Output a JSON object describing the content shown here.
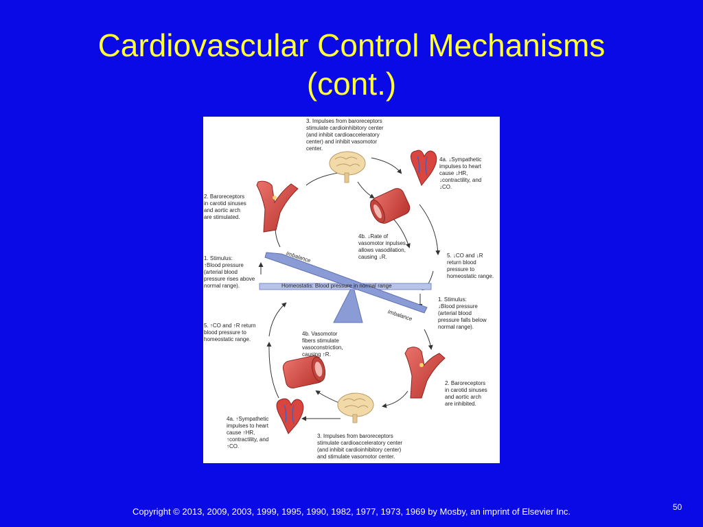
{
  "slide": {
    "title_line1": "Cardiovascular Control Mechanisms",
    "title_line2": "(cont.)",
    "copyright": "Copyright © 2013, 2009, 2003, 1999, 1995, 1990, 1982, 1977, 1973, 1969 by Mosby, an imprint of Elsevier Inc.",
    "slide_number": "50"
  },
  "diagram": {
    "top_step3": "3. Impulses from baroreceptors\nstimulate cardioinhibitory center\n(and inhibit cardioacceleratory\ncenter) and inhibit vasomotor\ncenter.",
    "top_step4a": "4a. ↓Sympathetic\nimpulses to heart\ncause ↓HR,\n↓contractility, and\n↓CO.",
    "top_step2": "2. Baroreceptors\nin carotid sinuses\nand aortic arch\nare stimulated.",
    "top_step4b": "4b. ↓Rate of\nvasomotor inpulses\nallows vasodilation,\ncausing ↓R.",
    "top_step5": "5. ↓CO and ↓R\nreturn blood\npressure to\nhomeostatic range.",
    "top_step1": "1. Stimulus:\n↑Blood pressure\n(arterial blood\npressure rises above\nnormal range).",
    "imbalance_top": "Imbalance",
    "homeostasis": "Homeostatis: Blood pressure in normal range",
    "imbalance_bottom": "Imbalance",
    "bottom_step1": "1. Stimulus:\n↓Blood pressure\n(arterial blood\npressure falls below\nnormal range).",
    "bottom_step5": "5. ↑CO and ↑R return\nblood pressure to\nhomeostatic range.",
    "bottom_step4b": "4b. Vasomotor\nfibers stimulate\nvasoconstriction,\ncausing ↑R.",
    "bottom_step2": "2. Baroreceptors\nin carotid sinuses\nand aortic arch\nare inhibited.",
    "bottom_step4a": "4a. ↑Sympathetic\nimpulses to heart\ncause ↑HR,\n↑contractility, and\n↑CO.",
    "bottom_step3": "3. Impulses from baroreceptors\nstimulate cardioacceleratory center\n(and inhibit cardioinhibitory center)\nand stimulate vasomotor center."
  },
  "colors": {
    "background": "#0a0ae6",
    "title": "#ffff33",
    "beam": "#8a9bd6",
    "artery": "#d9534f",
    "brain": "#f1d9a8"
  }
}
